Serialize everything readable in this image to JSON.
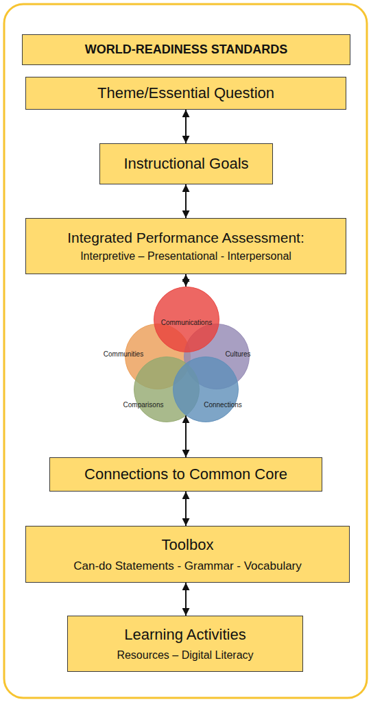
{
  "diagram": {
    "nodes": [
      {
        "text": [
          "WORLD-READINESS STANDARDS"
        ]
      },
      {
        "text": [
          "Theme/Essential Question"
        ]
      },
      {
        "text": [
          "Instructional Goals"
        ]
      },
      {
        "text": [
          "Integrated Performance Assessment:",
          "Interpretive – Presentational - Interpersonal"
        ]
      },
      {
        "text": [
          "Communications"
        ]
      },
      {
        "text": [
          "Communities"
        ]
      },
      {
        "text": [
          "Cultures"
        ]
      },
      {
        "text": [
          "Comparisons"
        ]
      },
      {
        "text": [
          "Connections"
        ]
      },
      {
        "text": [
          "Connections to Common Core"
        ]
      },
      {
        "text": [
          "Toolbox",
          "Can-do Statements - Grammar - Vocabulary"
        ]
      },
      {
        "text": [
          "Learning Activities",
          "Resources – Digital Literacy"
        ]
      }
    ],
    "edges": [
      {
        "from": 1,
        "to": 2,
        "arrow": "both"
      },
      {
        "from": 2,
        "to": 3,
        "arrow": "both"
      },
      {
        "from": 3,
        "to": 4,
        "arrow": "both"
      },
      {
        "from": 8,
        "to": 9,
        "arrow": "both"
      },
      {
        "from": 9,
        "to": 10,
        "arrow": "both"
      },
      {
        "from": 10,
        "to": 11,
        "arrow": "both"
      }
    ]
  }
}
